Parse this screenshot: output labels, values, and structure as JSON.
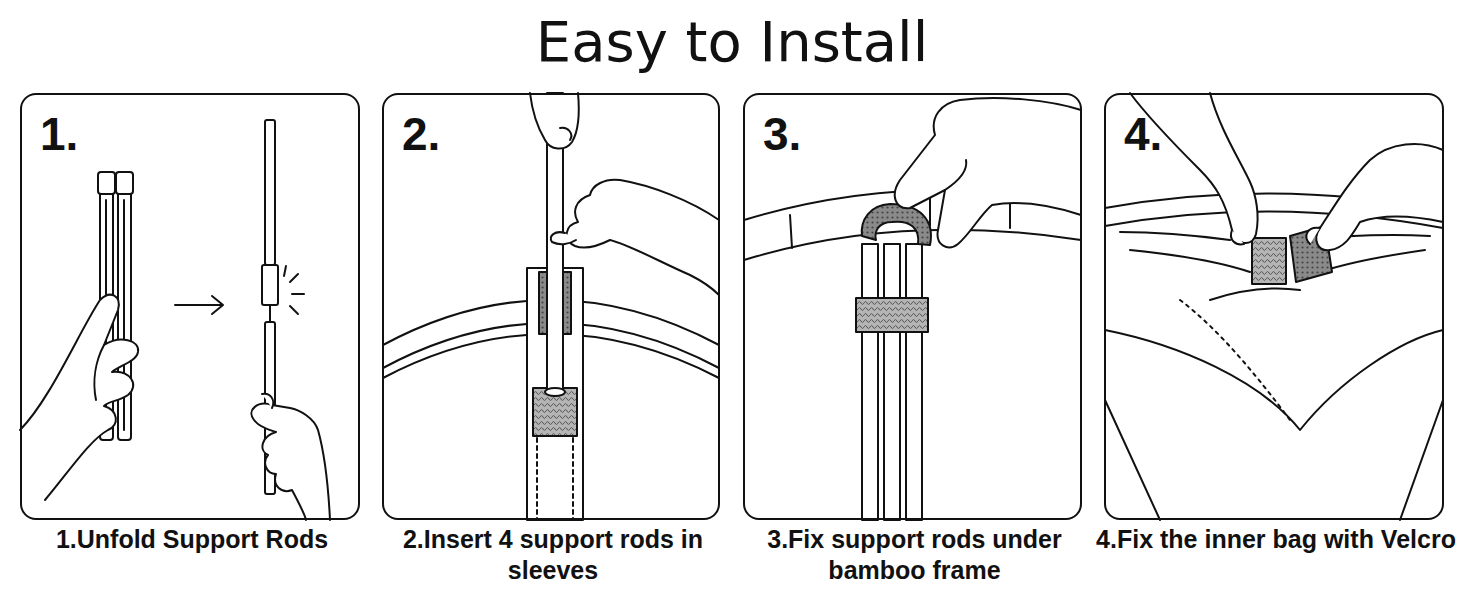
{
  "diagram": {
    "title": "Easy to Install",
    "nodes": [
      {
        "text": [
          "1.",
          "1.Unfold Support Rods"
        ]
      },
      {
        "text": [
          "2.",
          "2.Insert 4 support rods in sleeves"
        ]
      },
      {
        "text": [
          "3.",
          "3.Fix support rods under bamboo frame"
        ]
      },
      {
        "text": [
          "4.",
          "4.Fix the inner bag with Velcro"
        ]
      }
    ]
  }
}
